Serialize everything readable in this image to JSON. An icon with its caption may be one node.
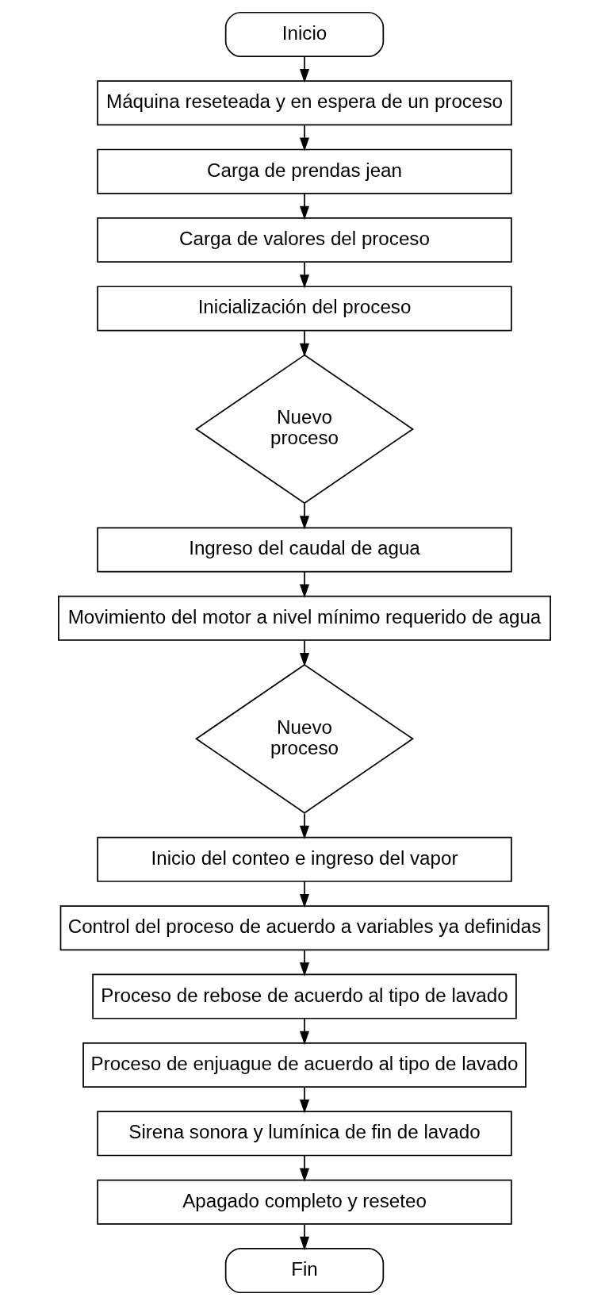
{
  "diagram": {
    "nodes": [
      {
        "text": [
          "Inicio"
        ]
      },
      {
        "text": [
          "Máquina reseteada y en espera de un proceso"
        ]
      },
      {
        "text": [
          "Carga de prendas jean"
        ]
      },
      {
        "text": [
          "Carga de valores del proceso"
        ]
      },
      {
        "text": [
          "Inicialización del proceso"
        ]
      },
      {
        "text": [
          "Nuevo proceso"
        ]
      },
      {
        "text": [
          "Ingreso del caudal de agua"
        ]
      },
      {
        "text": [
          "Movimiento del motor a nivel mínimo requerido de agua"
        ]
      },
      {
        "text": [
          "Nuevo proceso"
        ]
      },
      {
        "text": [
          "Inicio del conteo e ingreso del vapor"
        ]
      },
      {
        "text": [
          "Control del proceso de acuerdo a variables ya definidas"
        ]
      },
      {
        "text": [
          "Proceso de rebose de acuerdo al tipo de lavado"
        ]
      },
      {
        "text": [
          "Proceso de enjuague de acuerdo al tipo de lavado"
        ]
      },
      {
        "text": [
          "Sirena sonora y lumínica de fin de lavado"
        ]
      },
      {
        "text": [
          "Apagado completo y reseteo"
        ]
      },
      {
        "text": [
          "Fin"
        ]
      }
    ],
    "edges": [
      {
        "from": 0,
        "to": 1,
        "arrow": "to"
      },
      {
        "from": 1,
        "to": 2,
        "arrow": "to"
      },
      {
        "from": 2,
        "to": 3,
        "arrow": "to"
      },
      {
        "from": 3,
        "to": 4,
        "arrow": "to"
      },
      {
        "from": 4,
        "to": 5,
        "arrow": "to"
      },
      {
        "from": 5,
        "to": 6,
        "arrow": "to"
      },
      {
        "from": 6,
        "to": 7,
        "arrow": "to"
      },
      {
        "from": 7,
        "to": 8,
        "arrow": "to"
      },
      {
        "from": 8,
        "to": 9,
        "arrow": "to"
      },
      {
        "from": 9,
        "to": 10,
        "arrow": "to"
      },
      {
        "from": 10,
        "to": 11,
        "arrow": "to"
      },
      {
        "from": 11,
        "to": 12,
        "arrow": "to"
      },
      {
        "from": 12,
        "to": 13,
        "arrow": "to"
      },
      {
        "from": 13,
        "to": 14,
        "arrow": "to"
      },
      {
        "from": 14,
        "to": 15,
        "arrow": "to"
      }
    ]
  }
}
